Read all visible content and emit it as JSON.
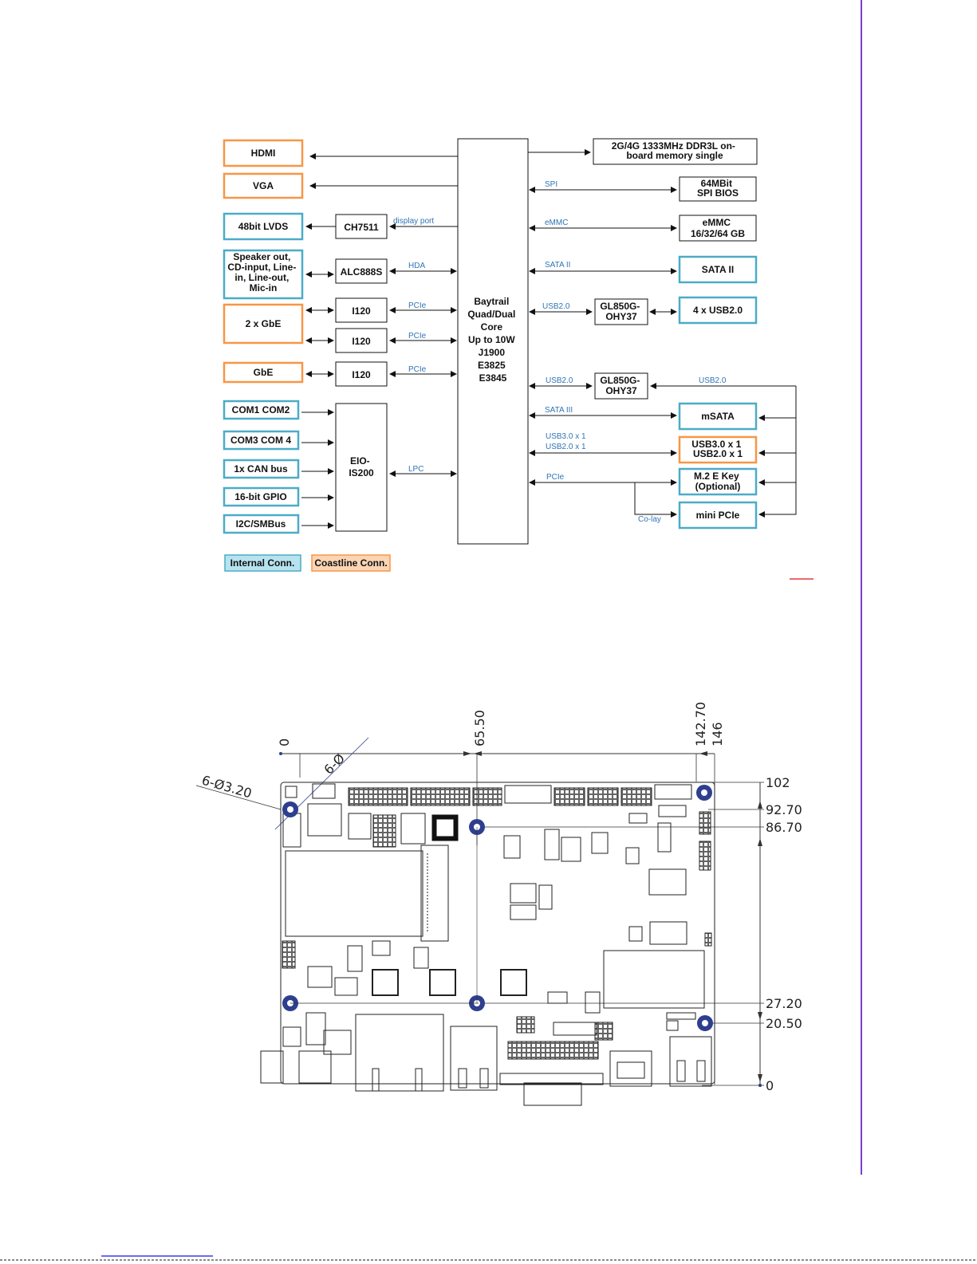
{
  "block_diagram": {
    "cpu": [
      "Baytrail",
      "Quad/Dual",
      "Core",
      "Up to 10W",
      "J1900",
      "E3825",
      "E3845"
    ],
    "left_blocks": {
      "hdmi": "HDMI",
      "vga": "VGA",
      "lvds": "48bit LVDS",
      "audio": [
        "Speaker out,",
        "CD-input,  Line-",
        "in, Line-out,",
        "Mic-in"
      ],
      "gbe2": "2 x GbE",
      "gbe": "GbE",
      "com12": "COM1 COM2",
      "com34": "COM3 COM 4",
      "can": "1x CAN bus",
      "gpio": "16-bit GPIO",
      "i2c": "I2C/SMBus"
    },
    "bridge_chips": {
      "ch7511": "CH7511",
      "alc": "ALC888S",
      "i120a": "I120",
      "i120b": "I120",
      "i120c": "I120",
      "eio": [
        "EIO-",
        "IS200"
      ],
      "gl850_1": [
        "GL850G-",
        "OHY37"
      ],
      "gl850_2": [
        "GL850G-",
        "OHY37"
      ]
    },
    "right_blocks": {
      "memory": [
        "2G/4G 1333MHz DDR3L on-",
        "board memory single"
      ],
      "spi": [
        "64MBit",
        "SPI BIOS"
      ],
      "emmc": [
        "eMMC",
        "16/32/64 GB"
      ],
      "sata": "SATA II",
      "usb4": "4 x USB2.0",
      "msata": "mSATA",
      "usb30": [
        "USB3.0 x 1",
        "USB2.0 x 1"
      ],
      "m2": [
        "M.2 E Key",
        "(Optional)"
      ],
      "minipcie": "mini PCIe"
    },
    "signals": {
      "display_port": "display port",
      "hda": "HDA",
      "pcie": "PCIe",
      "lpc": "LPC",
      "spi": "SPI",
      "emmc": "eMMC",
      "sata2": "SATA II",
      "usb20": "USB2.0",
      "sata3": "SATA  III",
      "usb30x1": "USB3.0 x 1",
      "usb20x1": "USB2.0 x 1",
      "colay": "Co-lay"
    },
    "legend": {
      "internal": "Internal  Conn.",
      "coastline": "Coastline  Conn."
    },
    "colors": {
      "internal": "#4bacc6",
      "coastline": "#f79646",
      "internal_fill": "#b7e3ef",
      "coastline_fill": "#fbd4b4",
      "signal_text": "#2f74b5"
    }
  },
  "mechanical_drawing": {
    "top_dims": [
      "0",
      "65.50",
      "142.70",
      "146"
    ],
    "right_dims": [
      "102",
      "92.70",
      "86.70",
      "27.20",
      "20.50",
      "0"
    ],
    "hole_callout_long": "6-Ø3.20",
    "hole_callout_short": "6-Ø",
    "colors": {
      "mounting_hole": "#2e3f8f",
      "page_rule": "#7a3fc9"
    }
  }
}
